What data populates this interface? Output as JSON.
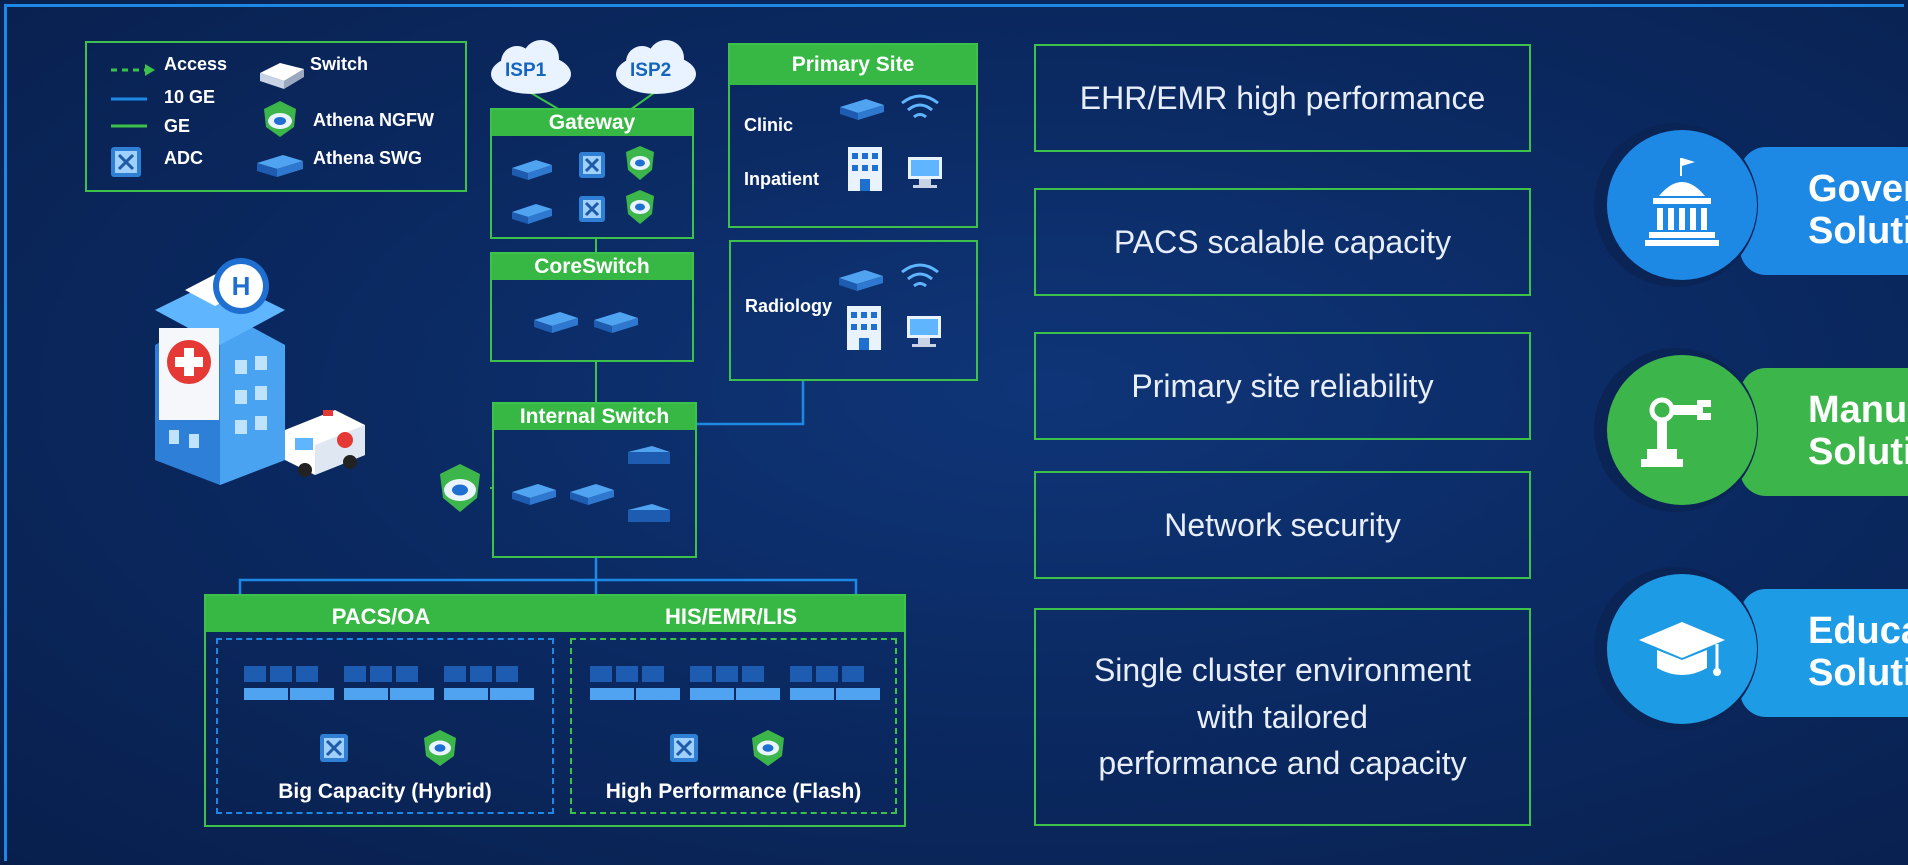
{
  "legend": {
    "access": "Access",
    "ten_ge": "10 GE",
    "ge": "GE",
    "adc": "ADC",
    "switch": "Switch",
    "athena_ngfw": "Athena NGFW",
    "athena_swg": "Athena SWG"
  },
  "network": {
    "isp1": "ISP1",
    "isp2": "ISP2",
    "gateway": "Gateway",
    "coreswitch": "CoreSwitch",
    "internal_switch": "Internal Switch",
    "primary_site": "Primary Site",
    "clinic": "Clinic",
    "inpatient": "Inpatient",
    "radiology": "Radiology"
  },
  "storage": {
    "pacs_title": "PACS/OA",
    "his_title": "HIS/EMR/LIS",
    "pacs_caption": "Big Capacity (Hybrid)",
    "his_caption": "High Performance (Flash)"
  },
  "features": [
    "EHR/EMR high performance",
    "PACS scalable capacity",
    "Primary site reliability",
    "Network security",
    "Single cluster environment\nwith tailored\nperformance and capacity"
  ],
  "solutions": [
    {
      "label": "Gover\nSolutio",
      "color": "#1e88e5",
      "icon": "capitol-icon"
    },
    {
      "label": "Manu\nSolutio",
      "color": "#3cb54a",
      "icon": "robot-arm-icon"
    },
    {
      "label": "Educa\nSolutio",
      "color": "#1e9be5",
      "icon": "graduation-cap-icon"
    }
  ],
  "colors": {
    "green": "#3cc24a",
    "blue_link": "#1e88e5",
    "background": "#0b2a63"
  }
}
